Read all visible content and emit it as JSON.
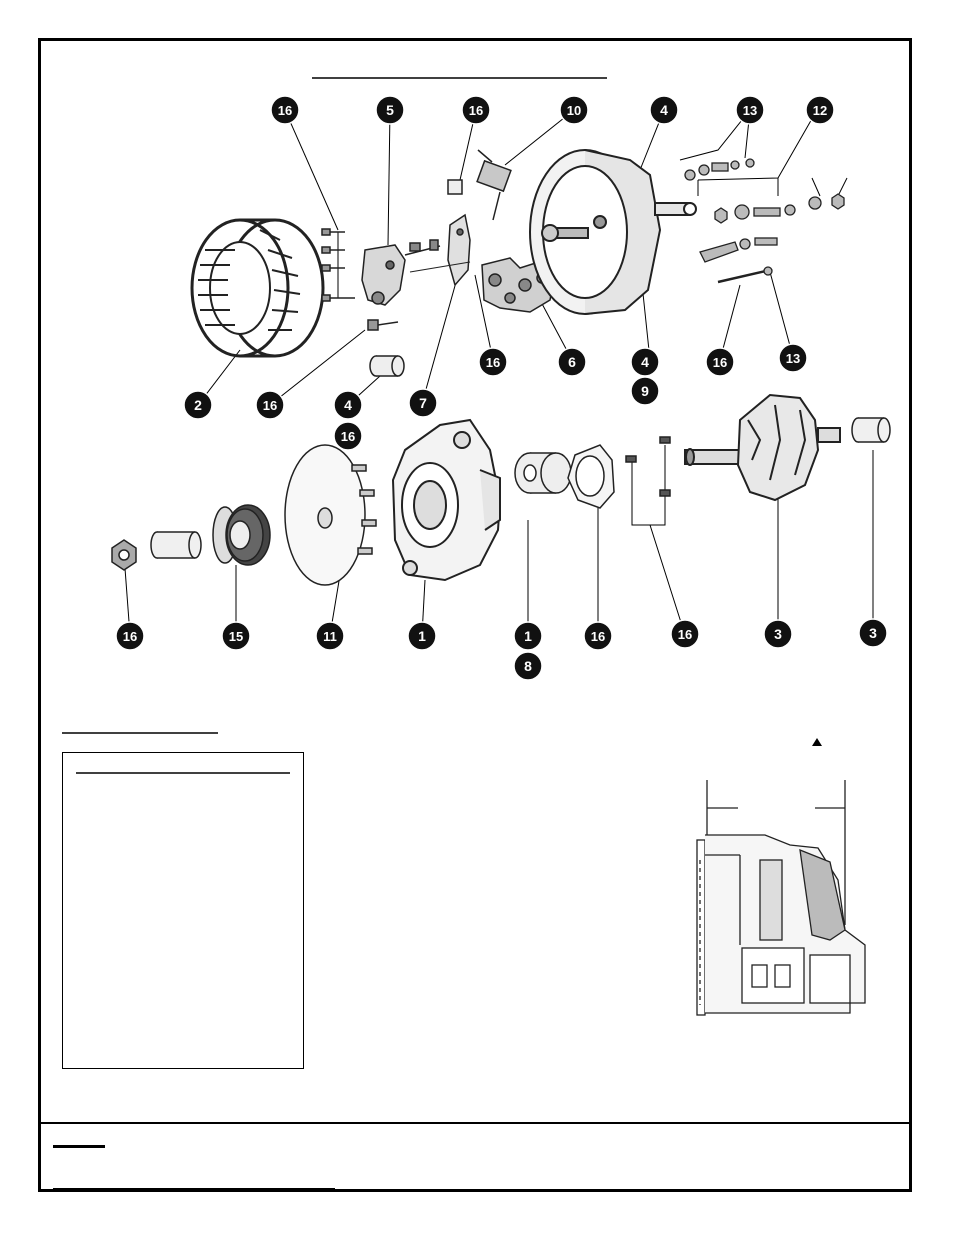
{
  "colors": {
    "callout_fill": "#111111",
    "callout_text": "#ffffff",
    "line": "#000000",
    "part_stroke": "#333333"
  },
  "callouts": [
    {
      "id": "c1",
      "label": "16"
    },
    {
      "id": "c2",
      "label": "5"
    },
    {
      "id": "c3",
      "label": "16"
    },
    {
      "id": "c4",
      "label": "10"
    },
    {
      "id": "c5",
      "label": "4"
    },
    {
      "id": "c6",
      "label": "13"
    },
    {
      "id": "c7",
      "label": "12"
    },
    {
      "id": "c8",
      "label": "16"
    },
    {
      "id": "c9",
      "label": "6"
    },
    {
      "id": "c10",
      "label": "4"
    },
    {
      "id": "c11",
      "label": "9"
    },
    {
      "id": "c12",
      "label": "16"
    },
    {
      "id": "c13",
      "label": "13"
    },
    {
      "id": "c14",
      "label": "2"
    },
    {
      "id": "c15",
      "label": "16"
    },
    {
      "id": "c16",
      "label": "4"
    },
    {
      "id": "c17",
      "label": "16"
    },
    {
      "id": "c18",
      "label": "7"
    },
    {
      "id": "c19",
      "label": "16"
    },
    {
      "id": "c20",
      "label": "15"
    },
    {
      "id": "c21",
      "label": "11"
    },
    {
      "id": "c22",
      "label": "1"
    },
    {
      "id": "c23",
      "label": "1"
    },
    {
      "id": "c24",
      "label": "8"
    },
    {
      "id": "c25",
      "label": "16"
    },
    {
      "id": "c26",
      "label": "16"
    },
    {
      "id": "c27",
      "label": "3"
    },
    {
      "id": "c28",
      "label": "3"
    }
  ],
  "parts": {
    "stator": "stator-part",
    "regulator": "regulator-part",
    "brush-holder": "brush-holder-part",
    "rectifier": "rectifier-part",
    "sre-housing": "sre-housing-part",
    "rotor": "rotor-part",
    "de-housing": "de-housing-part",
    "fan": "fan-part",
    "pulley": "pulley-part",
    "nut": "pulley-nut-part",
    "spacer": "spacer-part",
    "bearing": "bearing-part",
    "retainer": "bearing-retainer-part",
    "srebearing": "sre-bearing-part",
    "cross-section": "cross-section-view"
  },
  "icons": {
    "arrow": "arrow-up-icon"
  }
}
